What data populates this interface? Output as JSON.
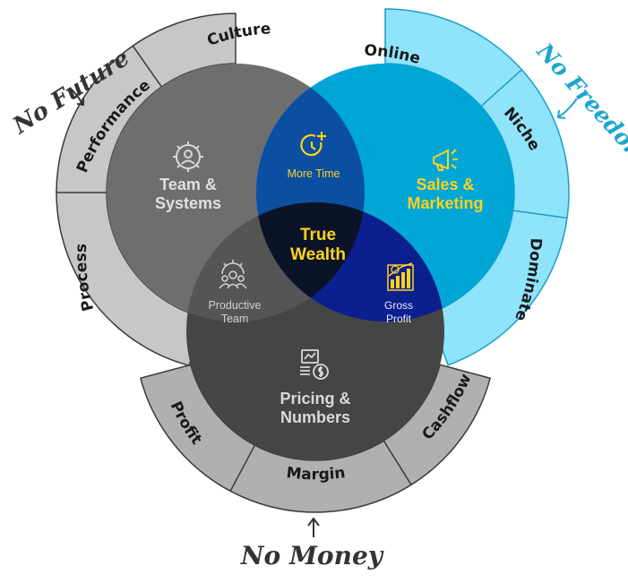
{
  "colors": {
    "outer_gray": "#c7c7c7",
    "outer_gray_stroke": "#3a3a3a",
    "outer_blue": "#8fe3fb",
    "outer_blue_stroke": "#1a9fc4",
    "outer_bottom": "#b0b0b0",
    "circle_team": "#6e6e6e",
    "circle_sales": "#00a6d6",
    "circle_pricing": "#454545",
    "overlap_time": "#0b4fa3",
    "overlap_profit": "#0c1f8f",
    "overlap_team": "#555555",
    "center": "#0b1426",
    "yellow": "#ffd21a",
    "white": "#ffffff",
    "light_text": "#d9d9d9",
    "script_dark": "#333333",
    "script_blue": "#1aa7cf"
  },
  "outer_segments": {
    "top_left": [
      "Performance",
      "Culture",
      "Process"
    ],
    "top_right": [
      "Online",
      "Niche",
      "Dominate"
    ],
    "bottom": [
      "Profit",
      "Margin",
      "Cashflow"
    ]
  },
  "circles": {
    "team": {
      "label_line1": "Team &",
      "label_line2": "Systems",
      "icon": "gear-person-icon"
    },
    "sales": {
      "label_line1": "Sales &",
      "label_line2": "Marketing",
      "icon": "megaphone-icon"
    },
    "pricing": {
      "label_line1": "Pricing &",
      "label_line2": "Numbers",
      "icon": "chart-money-icon"
    }
  },
  "overlaps": {
    "time": {
      "label": "More Time",
      "icon": "clock-plus-icon"
    },
    "profit": {
      "label_line1": "Gross",
      "label_line2": "Profit",
      "icon": "growth-chart-icon"
    },
    "team": {
      "label_line1": "Productive",
      "label_line2": "Team",
      "icon": "team-gear-icon"
    },
    "center": {
      "label_line1": "True",
      "label_line2": "Wealth"
    }
  },
  "annotations": {
    "no_future": "No Future",
    "no_freedom": "No Freedom",
    "no_money": "No Money"
  }
}
